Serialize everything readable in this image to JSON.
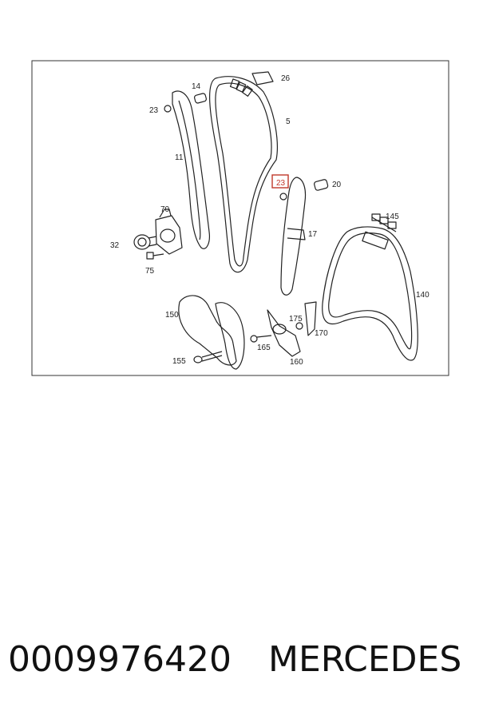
{
  "diagram": {
    "callouts": [
      "14",
      "26",
      "23",
      "5",
      "11",
      "23",
      "20",
      "70",
      "145",
      "32",
      "17",
      "75",
      "140",
      "150",
      "175",
      "170",
      "165",
      "155",
      "160"
    ],
    "highlighted_callout": "23",
    "highlight_color": "#c0392b"
  },
  "caption": {
    "part_number": "0009976420",
    "brand": "MERCEDES"
  }
}
